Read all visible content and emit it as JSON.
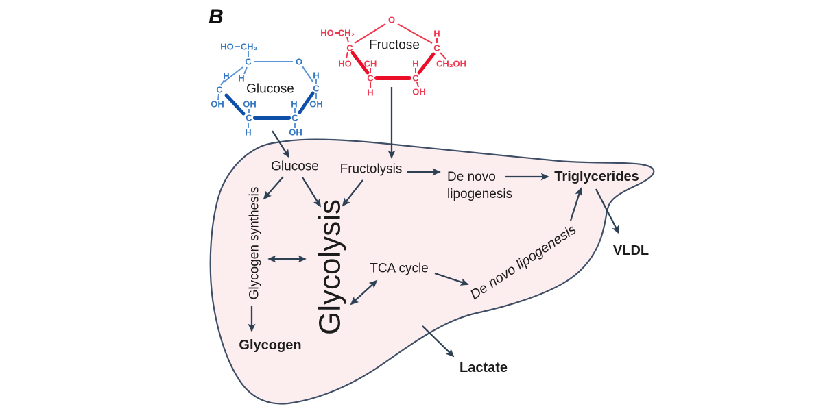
{
  "panel_label": "B",
  "colors": {
    "liver_fill": "#fcedef",
    "liver_outline": "#3e4e66",
    "arrow": "#2d4054",
    "text": "#1c1c1c",
    "glucose_label": "#3577c1",
    "glucose_bond_light": "#5b95d5",
    "glucose_bond_dark": "#0e4fa8",
    "fructose_label": "#ee3a50",
    "fructose_bond_light": "#f23349",
    "fructose_bond_dark": "#ea0e28"
  },
  "molecules": {
    "glucose": {
      "title": "Glucose",
      "atoms": {
        "ho": "HO",
        "ch2": "CH₂",
        "c5": "C",
        "o": "O",
        "h_left": "H",
        "h_right": "H",
        "c4": "C",
        "oh_c4": "OH",
        "oh_c3": "OH",
        "h_c2": "H",
        "oh_c1": "OH",
        "c1": "C",
        "h_c1": "H",
        "c2": "C",
        "oh_c2": "OH",
        "c3": "C",
        "h_c3": "H"
      }
    },
    "fructose": {
      "title": "Fructose",
      "atoms": {
        "o": "O",
        "ho": "HO",
        "ch2": "CH₂",
        "c2": "C",
        "ho_c2": "HO",
        "ch": "CH",
        "c3": "C",
        "h_c3": "H",
        "h_c4": "H",
        "c4": "C",
        "oh_c4": "OH",
        "h_c5": "H",
        "c5": "C",
        "ch2oh": "CH₂OH"
      }
    }
  },
  "liver": {
    "nodes": {
      "glucose": "Glucose",
      "fructolysis": "Fructolysis",
      "de_novo_line1": "De novo",
      "de_novo_line2": "lipogenesis",
      "triglycerides": "Triglycerides",
      "glycogen_synthesis": "Glycogen synthesis",
      "glycolysis": "Glycolysis",
      "tca_cycle": "TCA cycle",
      "dnl_italic": "De novo lipogenesis",
      "glycogen": "Glycogen"
    }
  },
  "outside": {
    "vldl": "VLDL",
    "lactate": "Lactate"
  },
  "edges": [
    {
      "from": "Glucose molecule",
      "to": "Glucose",
      "double": false
    },
    {
      "from": "Fructose molecule",
      "to": "Fructolysis",
      "double": false
    },
    {
      "from": "Glucose",
      "to": "Glycogen synthesis",
      "double": false
    },
    {
      "from": "Glucose",
      "to": "Glycolysis",
      "double": false
    },
    {
      "from": "Fructolysis",
      "to": "Glycolysis",
      "double": false
    },
    {
      "from": "Fructolysis",
      "to": "De novo lipogenesis",
      "double": false
    },
    {
      "from": "De novo lipogenesis",
      "to": "Triglycerides",
      "double": false
    },
    {
      "from": "Glycogen synthesis",
      "to": "Glycolysis",
      "double": true
    },
    {
      "from": "Glycogen synthesis",
      "to": "Glycogen",
      "double": false
    },
    {
      "from": "Glycolysis",
      "to": "TCA cycle",
      "double": true
    },
    {
      "from": "TCA cycle",
      "to": "De novo lipogenesis (italic)",
      "double": false
    },
    {
      "from": "De novo lipogenesis (italic)",
      "to": "Triglycerides",
      "double": false
    },
    {
      "from": "Triglycerides",
      "to": "VLDL",
      "double": false
    },
    {
      "from": "Glycolysis",
      "to": "Lactate",
      "double": false
    }
  ]
}
